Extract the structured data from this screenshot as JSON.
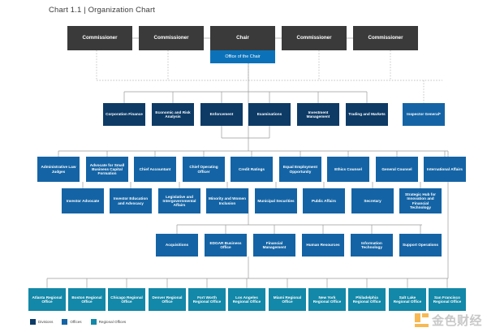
{
  "title": "Chart 1.1 | Organization Chart",
  "top_row": {
    "label_left_1": "Commissioner",
    "label_left_2": "Commissioner",
    "chair": "Chair",
    "office_of_the_chair": "Office of the Chair",
    "label_right_1": "Commissioner",
    "label_right_2": "Commissioner"
  },
  "divisions": [
    "Corporation Finance",
    "Economic and Risk Analysis",
    "Enforcement",
    "Examinations",
    "Investment Management",
    "Trading and Markets"
  ],
  "inspector_general": "Inspector General*",
  "offices_row_1": [
    "Administrative Law Judges",
    "Advocate for Small Business Capital Formation",
    "Chief Accountant",
    "Chief Operating Officer",
    "Credit Ratings",
    "Equal Employment Opportunity",
    "Ethics Counsel",
    "General Counsel",
    "International Affairs"
  ],
  "offices_row_2": [
    "Investor Advocate",
    "Investor Education and Advocacy",
    "Legislative and Intergovernmental Affairs",
    "Minority and Women Inclusion",
    "Municipal Securities",
    "Public Affairs",
    "Secretary",
    "Strategic Hub for Innovation and Financial Technology"
  ],
  "offices_row_3": [
    "Acquisitions",
    "EDGAR Business Office",
    "Financial Management",
    "Human Resources",
    "Information Technology",
    "Support Operations"
  ],
  "regional_offices": [
    "Atlanta Regional Office",
    "Boston Regional Office",
    "Chicago Regional Office",
    "Denver Regional Office",
    "Fort Worth Regional Office",
    "Los Angeles Regional Office",
    "Miami Regional Office",
    "New York Regional Office",
    "Philadelphia Regional Office",
    "Salt Lake Regional Office",
    "San Francisco Regional Office"
  ],
  "legend": [
    {
      "label": "Divisions",
      "color": "#0d3b66"
    },
    {
      "label": "Offices",
      "color": "#1464a5"
    },
    {
      "label": "Regional Offices",
      "color": "#1388a8"
    }
  ],
  "watermark": {
    "text": "金色财经",
    "color": "#f5a623"
  },
  "colors": {
    "commissioner": "#3a3a3a",
    "office_of_chair": "#0b72ba",
    "divisions": "#0d3b66",
    "offices": "#1464a5",
    "regional": "#1388a8",
    "connector": "#9a9a9a",
    "background": "#ffffff"
  }
}
